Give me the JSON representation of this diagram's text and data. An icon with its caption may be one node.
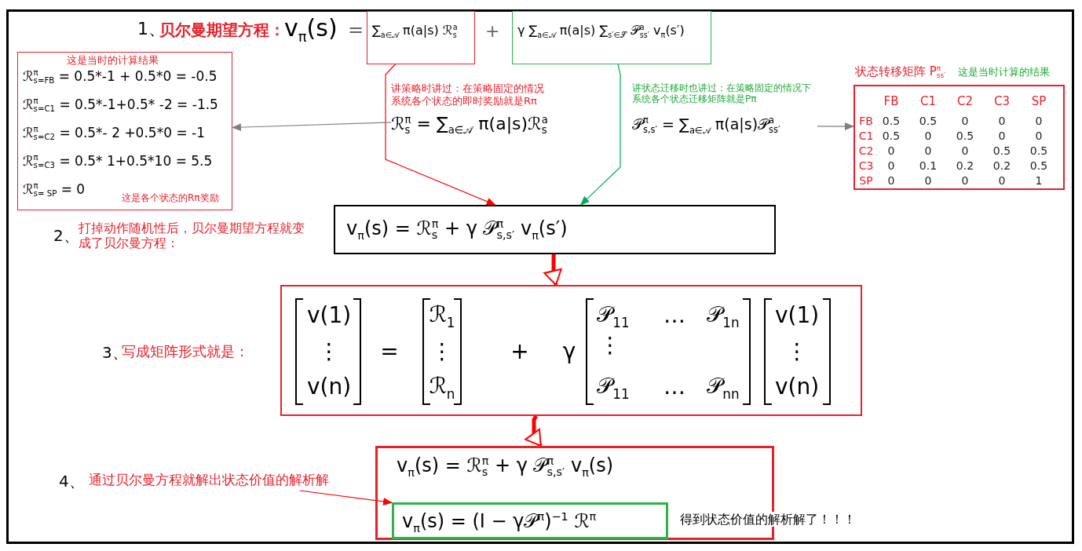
{
  "diagram": {
    "nodes": [
      {
        "text": [
          "∑$_{a∈𝒜}$ π(a|s) ℛ$^{a}$$_{s}$"
        ]
      },
      {
        "text": [
          "γ ∑$_{a∈𝒜}$ π(a|s) ∑$_{s′∈𝒮}$ 𝒫$^{a}$$_{ss′}$ v$_{π}$(s′)"
        ]
      },
      {
        "text": [
          "这是当时的计算结果",
          "ℛ$^{π}$$_{s=FB}$ = 0.5*-1 + 0.5*0 = -0.5",
          "ℛ$^{π}$$_{s=C1}$ = 0.5*-1+0.5* -2 = -1.5",
          "ℛ$^{π}$$_{s=C2}$ = 0.5*- 2 +0.5*0 = -1",
          "ℛ$^{π}$$_{s=C3}$ = 0.5* 1+0.5*10 = 5.5",
          "ℛ$^{π}$$_{s= SP}$ = 0",
          "这是各个状态的Rπ奖励"
        ]
      },
      {
        "text": [
          "讲策略时讲过：在策略固定的情况系统各个状态的即时奖励就是Rπ",
          "ℛ$^{π}$$_{s}$ = ∑$_{a∈𝒜}$ π(a|s)ℛ$^{a}$$_{s}$"
        ]
      },
      {
        "text": [
          "讲状态迁移时也讲过：在策略固定的情况下系统各个状态迁移矩阵就是Pπ",
          "𝒫$^{π}$$_{s,s′}$ = ∑$_{a∈𝒜}$ π(a|s)𝒫$^{a}$$_{ss′}$"
        ]
      },
      {
        "text": [
          "状态转移矩阵 P$^{π}$$_{ss′}$",
          "FB",
          "C1",
          "C2",
          "C3",
          "SP",
          "FB",
          "0.5",
          "0.5",
          "0",
          "0",
          "0",
          "C1",
          "0.5",
          "0",
          "0.5",
          "0",
          "0",
          "C2",
          "0",
          "0",
          "0",
          "0.5",
          "0.5",
          "C3",
          "0",
          "0.1",
          "0.2",
          "0.2",
          "0.5",
          "SP",
          "0",
          "0",
          "0",
          "0",
          "1"
        ],
        "beside": [
          "这是当时计算的结果"
        ]
      },
      {
        "text": [
          "v$_{π}$(s) = ℛ$^{π}$$_{s}$ + γ 𝒫$^{π}$$_{s,s′}$ v$_{π}$(s′)"
        ]
      },
      {
        "text": [
          "v(1)",
          "⋮",
          "v(n)",
          "=",
          "ℛ$_{1}$",
          "⋮",
          "ℛ$_{n}$",
          "+",
          "γ",
          "𝒫$_{11}$",
          "…",
          "𝒫$_{1n}$",
          "⋮",
          "𝒫$_{11}$",
          "…",
          "𝒫$_{nn}$",
          "v(1)",
          "⋮",
          "v(n)"
        ]
      },
      {
        "text": [
          "v$_{π}$(s) = ℛ$^{π}$$_{s}$ + γ 𝒫$^{π}$$_{s,s′}$ v$_{π}$(s)"
        ]
      },
      {
        "text": [
          "v$_{π}$(s) = (I − γ𝒫$^{π}$)$^{−1}$ ℛ$^{π}$"
        ],
        "in": 8,
        "beside": [
          "得到状态价值的解析解了！！！"
        ]
      },
      {
        "text": [
          "通过贝尔曼方程就解出状态价值的解析解"
        ]
      }
    ],
    "edges": [
      {
        "from": 0,
        "to": 6,
        "arrow": "to",
        "color": "#ff0000"
      },
      {
        "from": 1,
        "to": 6,
        "arrow": "to",
        "color": "#00b050"
      },
      {
        "from": 3,
        "to": 2,
        "arrow": "to",
        "color": "#808080"
      },
      {
        "from": 4,
        "to": 5,
        "arrow": "to",
        "color": "#808080"
      },
      {
        "from": 6,
        "to": 7,
        "arrow": "to",
        "style": "thick",
        "color": "#ff0000"
      },
      {
        "from": 7,
        "to": 8,
        "arrow": "to",
        "style": "thick",
        "color": "#ff0000"
      },
      {
        "from": 10,
        "to": 9,
        "arrow": "to",
        "color": "#ff0000"
      }
    ],
    "labels": [
      "1、",
      "贝尔曼期望方程：",
      "v$_{π}$(s)",
      "=",
      "+",
      "2、",
      "打掉动作随机性后，贝尔曼期望方程就变成了贝尔曼方程：",
      "3、",
      "写成矩阵形式就是：",
      "4、"
    ]
  }
}
